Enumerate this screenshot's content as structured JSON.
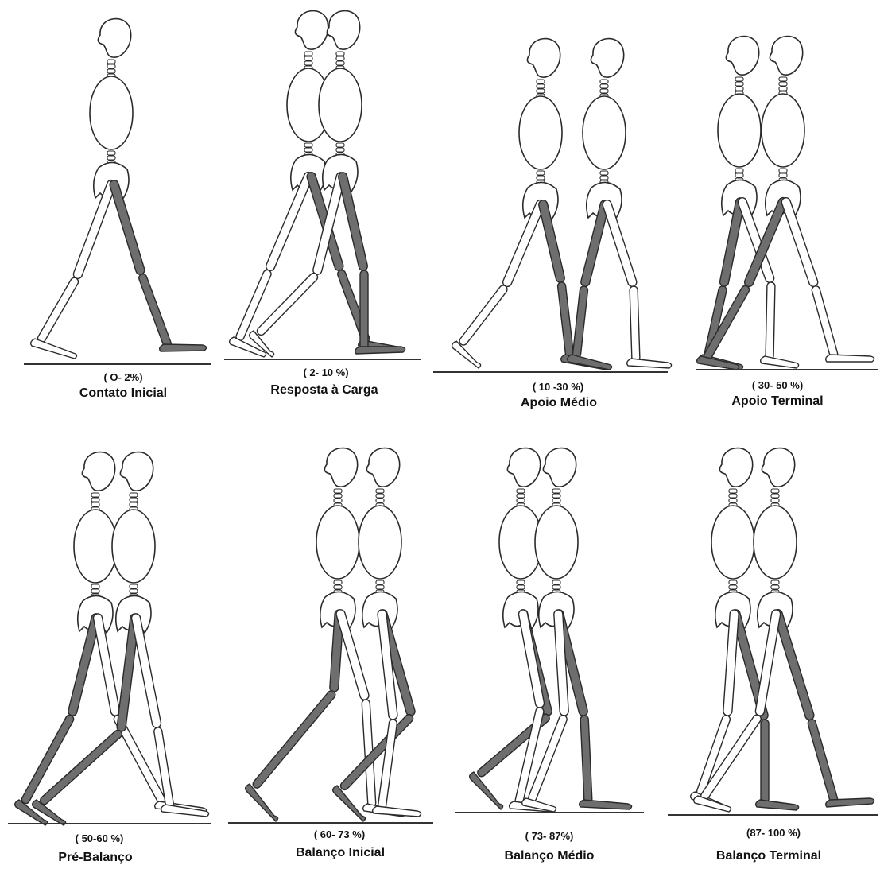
{
  "panels": [
    {
      "id": "p1",
      "percent": "( O- 2%)",
      "name": "Contato Inicial"
    },
    {
      "id": "p2",
      "percent": "( 2- 10 %)",
      "name": "Resposta à Carga"
    },
    {
      "id": "p3",
      "percent": "( 10 -30 %)",
      "name": "Apoio Médio"
    },
    {
      "id": "p4",
      "percent": "( 30- 50 %)",
      "name": "Apoio Terminal"
    },
    {
      "id": "p5",
      "percent": "( 50-60 %)",
      "name": "Pré-Balanço"
    },
    {
      "id": "p6",
      "percent": "( 60- 73 %)",
      "name": "Balanço Inicial"
    },
    {
      "id": "p7",
      "percent": "( 73- 87%)",
      "name": "Balanço Médio"
    },
    {
      "id": "p8",
      "percent": "(87- 100 %)",
      "name": "Balanço Terminal"
    }
  ],
  "colors": {
    "dark_leg": "#6e6e6e",
    "outline": "#2a2a2a",
    "ground": "#333333",
    "background": "#ffffff"
  }
}
